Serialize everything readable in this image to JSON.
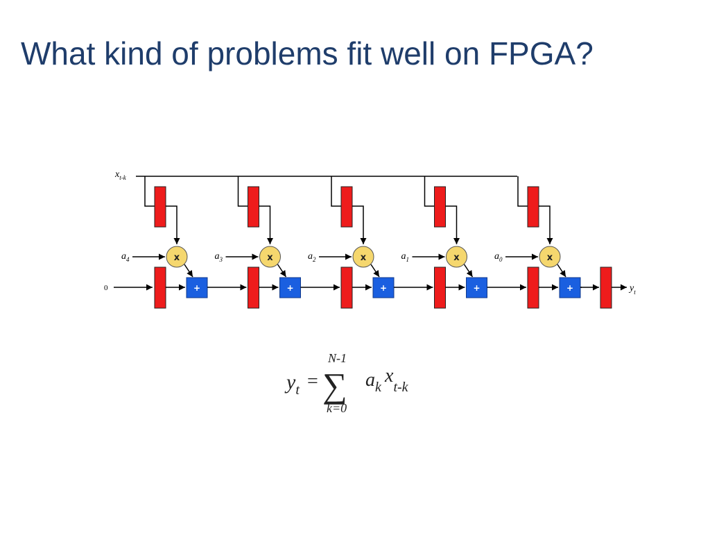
{
  "slide": {
    "title": "What kind of problems fit well on FPGA?"
  },
  "diagram": {
    "input_label": {
      "base": "x",
      "sub": "t-k"
    },
    "zero_label": "0",
    "output_label": {
      "base": "y",
      "sub": "t"
    },
    "coefficients": [
      {
        "base": "a",
        "sub": "4"
      },
      {
        "base": "a",
        "sub": "3"
      },
      {
        "base": "a",
        "sub": "2"
      },
      {
        "base": "a",
        "sub": "1"
      },
      {
        "base": "a",
        "sub": "0"
      }
    ],
    "multiplier_symbol": "x",
    "adder_symbol": "+",
    "colors": {
      "register": "#ee1c1c",
      "multiplier": "#f5d76e",
      "adder": "#1a5fe0",
      "wire": "#000000"
    }
  },
  "formula": {
    "lhs": {
      "base": "y",
      "sub": "t"
    },
    "equals": "=",
    "sum_symbol": "∑",
    "upper_limit": "N-1",
    "lower_limit": "k=0",
    "term1": {
      "base": "a",
      "sub": "k"
    },
    "term2": {
      "base": "x",
      "sub": "t-k"
    }
  }
}
